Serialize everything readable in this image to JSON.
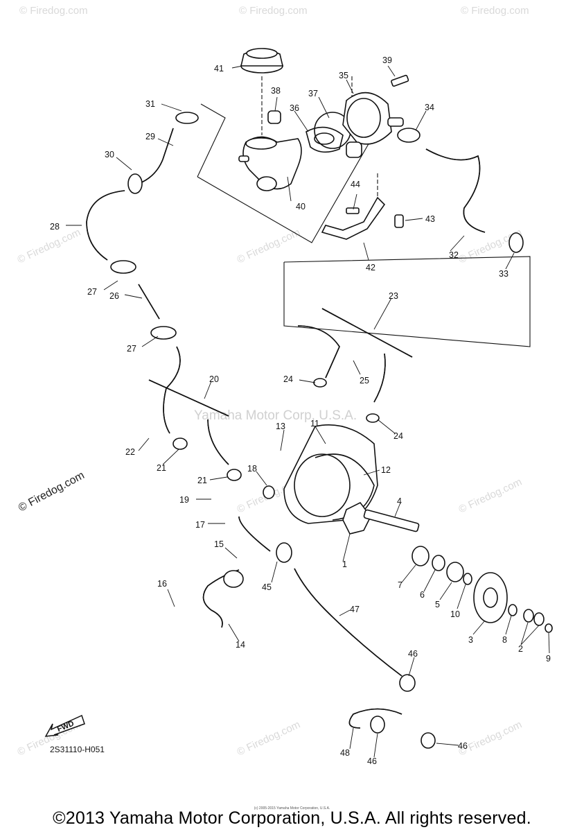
{
  "watermark": {
    "site": "© Firedog.com",
    "maker": "Yamaha Motor Corp, U.S.A."
  },
  "diagram_code": "2S31110-H051",
  "fwd_label": "FWD",
  "fine_print": "(c) 2005-2015 Yamaha Motor Corporation, U.S.A.",
  "copyright": "©2013 Yamaha Motor Corporation, U.S.A. All rights reserved.",
  "callouts": [
    "1",
    "2",
    "3",
    "4",
    "5",
    "6",
    "7",
    "8",
    "9",
    "10",
    "11",
    "12",
    "13",
    "14",
    "15",
    "16",
    "17",
    "18",
    "19",
    "20",
    "21",
    "21",
    "22",
    "23",
    "24",
    "24",
    "25",
    "26",
    "27",
    "27",
    "28",
    "29",
    "30",
    "31",
    "32",
    "33",
    "34",
    "35",
    "36",
    "37",
    "38",
    "39",
    "40",
    "41",
    "42",
    "43",
    "44",
    "45",
    "46",
    "46",
    "46",
    "47",
    "48"
  ]
}
